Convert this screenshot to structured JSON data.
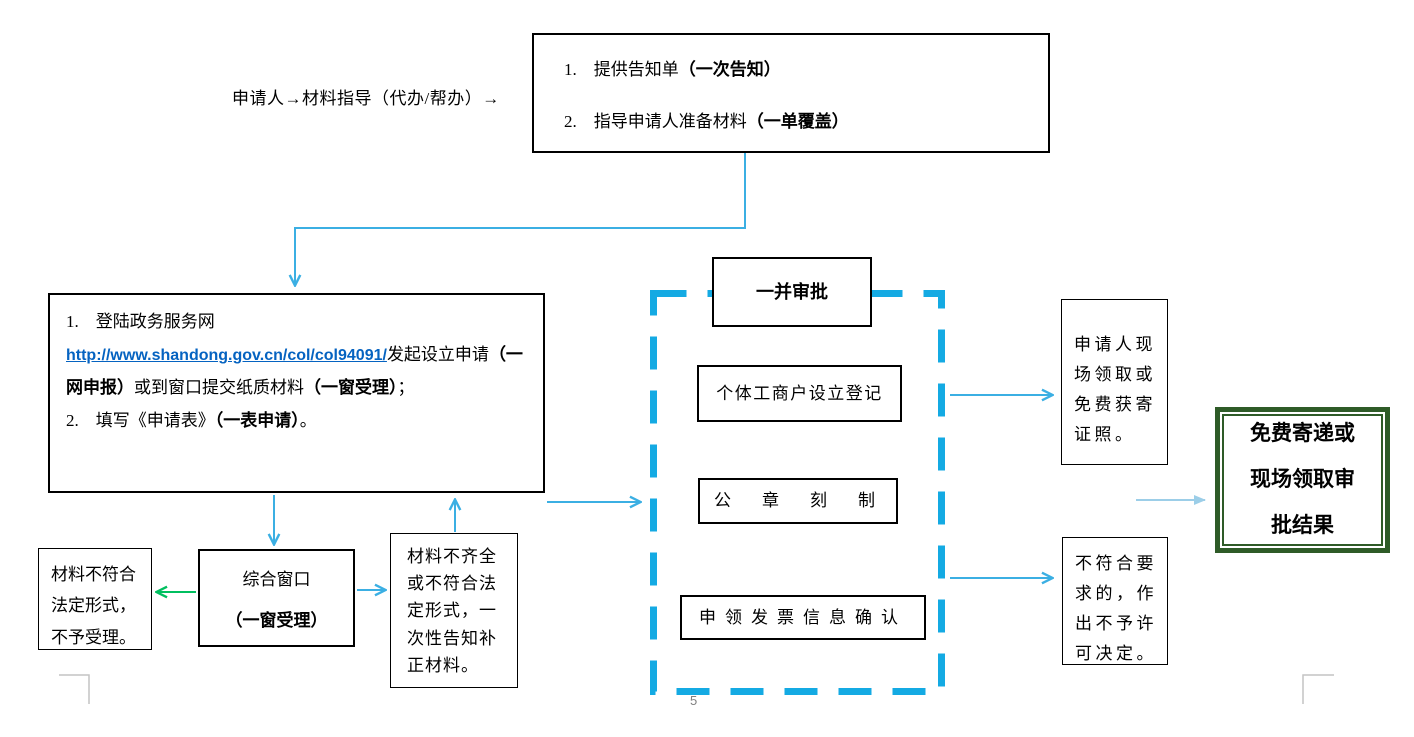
{
  "intro": {
    "text": "申请人→材料指导（代办/帮办）→"
  },
  "notice_box": {
    "item1": "1.　提供告知单",
    "item1_bold": "（一次告知）",
    "item2": "2.　指导申请人准备材料",
    "item2_bold": "（一单覆盖）"
  },
  "apply_box": {
    "item1": "1.　登陆政务服务网",
    "url": "http://www.shandong.gov.cn/col/col94091/",
    "after_url": "发起设立申请",
    "bold_online": "（一网申报）",
    "or_text": "或到窗口提交纸质材料",
    "bold_window": "（一窗受理）",
    "punct1": "；",
    "item2": "2.　填写《申请表》",
    "item2_bold": "（一表申请）",
    "punct2": "。"
  },
  "window_box": {
    "line1": "综合窗口",
    "line2": "（一窗受理）"
  },
  "reject_form_box": {
    "text": "材料不符合法定形式，不予受理。"
  },
  "supplement_box": {
    "text": "材料不齐全或不符合法定形式，一次性告知补正材料。"
  },
  "joint_approval": {
    "title": "一并审批",
    "item_registration": "个体工商户设立登记",
    "item_seal": "公　章　刻　制",
    "item_invoice": "申领发票信息确认"
  },
  "receive_box": {
    "text": "申请人现场领取或免费获寄证照。"
  },
  "deny_box": {
    "text": "不符合要求的，作出不予许可决定。"
  },
  "result_box": {
    "text": "免费寄递或现场领取审批结果"
  },
  "page": {
    "number": "5"
  },
  "colors": {
    "flow_blue": "#3BAFE3",
    "dashed_blue": "#14AAE3",
    "green_arrow": "#00BF5F",
    "result_green": "#2E5B28",
    "link_blue": "#0563C1"
  }
}
